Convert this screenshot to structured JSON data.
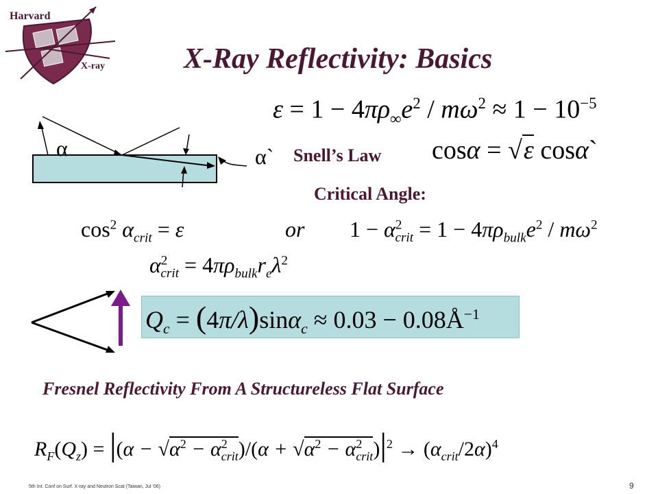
{
  "slide": {
    "title": "X-Ray Reflectivity: Basics",
    "logo": {
      "top_text": "Harvard",
      "bottom_text": "X-ray"
    },
    "labels": {
      "snells_law": "Snell’s Law",
      "critical_angle": "Critical Angle:",
      "or_word": "or",
      "fresnel_heading": "Fresnel Reflectivity From A Structureless Flat Surface",
      "alpha": "α",
      "alpha_prime": "α`"
    },
    "footer": "5th Int. Conf on Surf. X-ray and Neutron Scat (Taiwan, Jul '06)",
    "page_number": "9"
  },
  "colors": {
    "title": "#4b1833",
    "qc_box": "#b5dde0",
    "sample": "#b5dde0",
    "arrow_purple": "#7b1a8a"
  },
  "icons": [
    "harvard-xray-shield-logo",
    "incidence-diagram",
    "wavevector-triangle",
    "purple-up-arrow"
  ]
}
